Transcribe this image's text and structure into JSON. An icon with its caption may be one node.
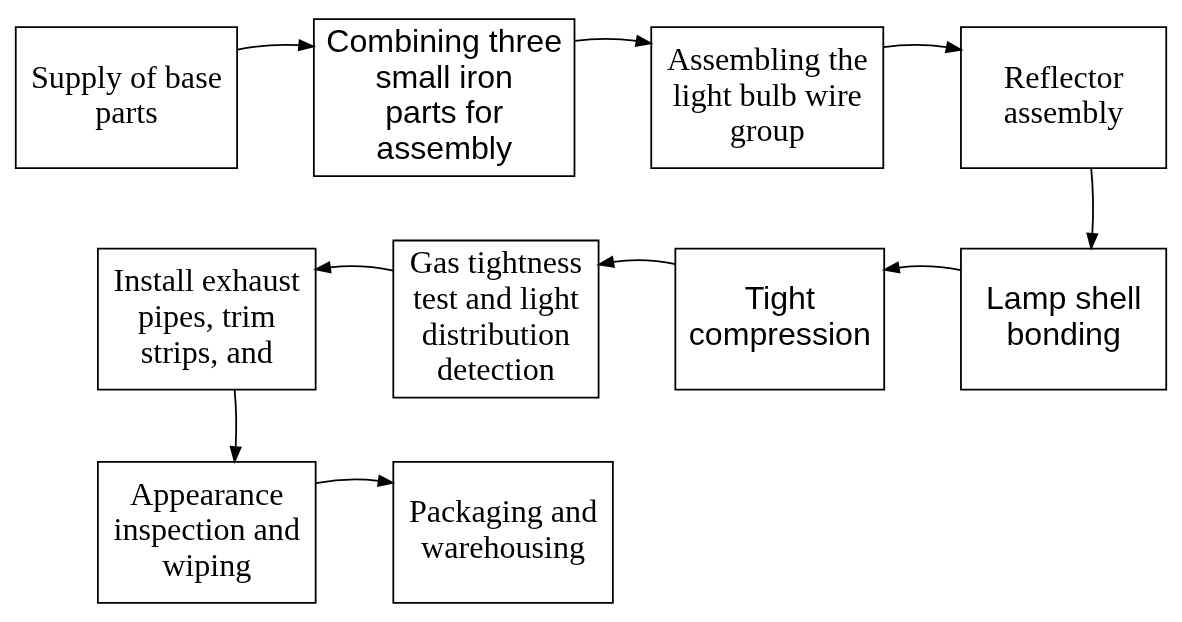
{
  "diagram": {
    "nodes": [
      {
        "text": [
          "Supply of base parts"
        ]
      },
      {
        "text": [
          "Combining three small iron parts for assembly"
        ]
      },
      {
        "text": [
          "Assembling the light bulb wire group"
        ]
      },
      {
        "text": [
          "Reflector assembly"
        ]
      },
      {
        "text": [
          "Lamp shell bonding"
        ]
      },
      {
        "text": [
          "Tight compression"
        ]
      },
      {
        "text": [
          "Gas tightness test and light distribution detection"
        ]
      },
      {
        "text": [
          "Install exhaust pipes, trim strips, and"
        ]
      },
      {
        "text": [
          "Appearance inspection and wiping"
        ]
      },
      {
        "text": [
          "Packaging and warehousing"
        ]
      }
    ],
    "edges": [
      {
        "from": 0,
        "to": 1,
        "arrow": "to"
      },
      {
        "from": 1,
        "to": 2,
        "arrow": "to"
      },
      {
        "from": 2,
        "to": 3,
        "arrow": "to"
      },
      {
        "from": 3,
        "to": 4,
        "arrow": "to"
      },
      {
        "from": 4,
        "to": 5,
        "arrow": "to"
      },
      {
        "from": 5,
        "to": 6,
        "arrow": "to"
      },
      {
        "from": 6,
        "to": 7,
        "arrow": "to"
      },
      {
        "from": 7,
        "to": 8,
        "arrow": "to"
      },
      {
        "from": 8,
        "to": 9,
        "arrow": "to"
      }
    ]
  }
}
